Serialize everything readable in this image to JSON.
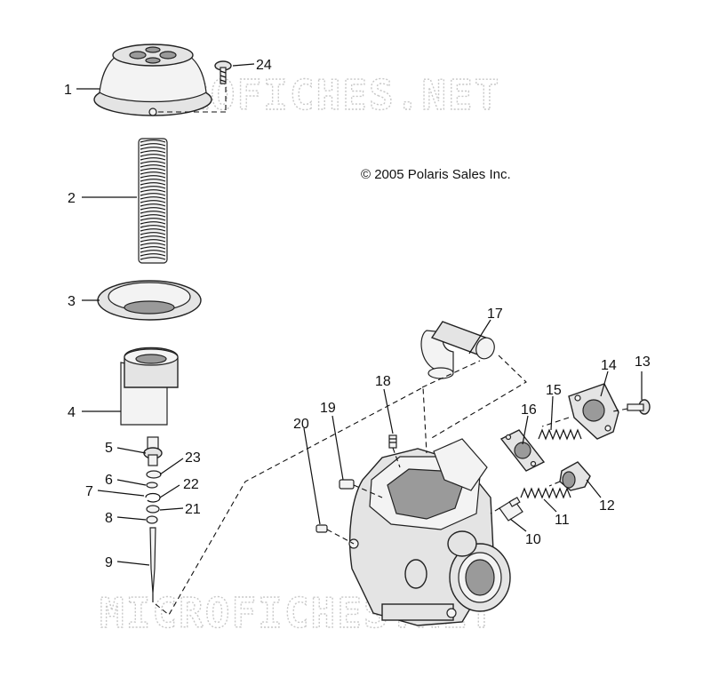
{
  "diagram": {
    "copyright": "© 2005 Polaris Sales Inc.",
    "watermark_top": "MICROFICHES.NET",
    "watermark_bottom": "MICROFICHES.NET",
    "callouts": [
      "1",
      "2",
      "3",
      "4",
      "5",
      "6",
      "7",
      "8",
      "9",
      "10",
      "11",
      "12",
      "13",
      "14",
      "15",
      "16",
      "17",
      "18",
      "19",
      "20",
      "21",
      "22",
      "23",
      "24"
    ]
  },
  "parts": {
    "1": "top-cover-icon",
    "2": "spring-icon",
    "3": "diaphragm-icon",
    "4": "slide-piston-icon",
    "5": "needle-holder-icon",
    "6": "washer-icon",
    "7": "e-clip-icon",
    "8": "washer-icon",
    "9": "jet-needle-icon",
    "10": "plunger-icon",
    "11": "spring-icon",
    "12": "nut-icon",
    "13": "screw-icon",
    "14": "cover-icon",
    "15": "spring-icon",
    "16": "diaphragm-icon",
    "17": "elbow-hose-icon",
    "18": "jet-icon",
    "19": "jet-icon",
    "20": "jet-icon",
    "21": "washer-icon",
    "22": "e-clip-icon",
    "23": "washer-icon",
    "24": "screw-icon"
  }
}
